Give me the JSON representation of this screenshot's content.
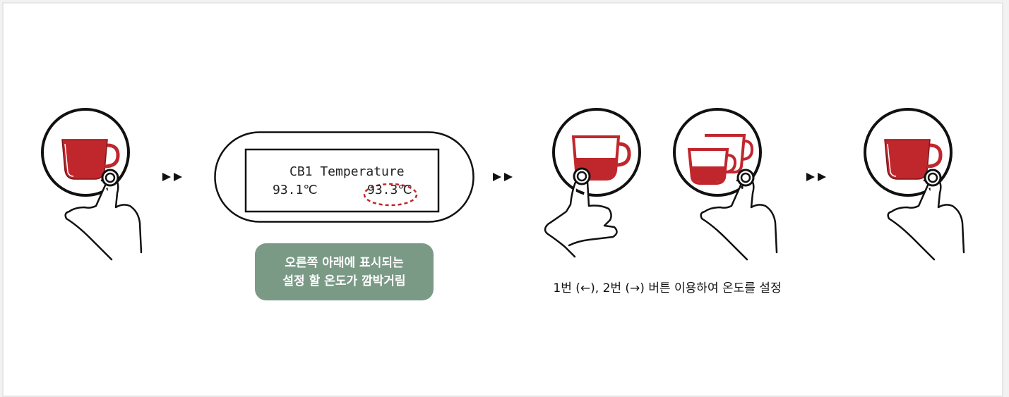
{
  "lcd": {
    "title": "CB1 Temperature",
    "current_temp": "93.1℃",
    "set_temp": "93.3℃"
  },
  "callout": {
    "line1": "오른쪽 아래에 표시되는",
    "line2": "설정 할 온도가 깜박거림"
  },
  "caption": "1번 (←), 2번 (→) 버튼 이용하여 온도를 설정",
  "colors": {
    "cup_red": "#c0272d",
    "callout_bg": "#7a9a86",
    "outline": "#111111"
  },
  "icons": [
    "cup-icon",
    "half-cup-icon",
    "double-cup-icon",
    "hand-press-icon",
    "forward-arrows-icon"
  ]
}
